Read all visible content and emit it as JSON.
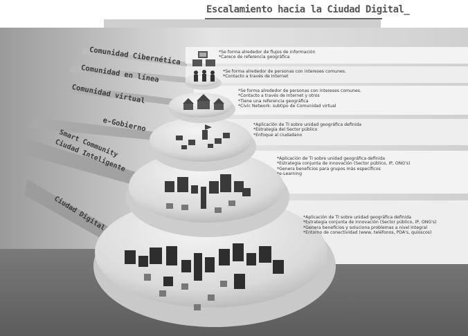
{
  "title": "Escalamiento hacia la Ciudad Digital_",
  "levels": [
    {
      "name": "Comunidad Cibernética",
      "icon": "monitors-icon",
      "lines": [
        "*Se forma alrededor de flujos de información",
        "*Carece de referencia geográfica"
      ]
    },
    {
      "name": "Comunidad en línea",
      "icon": "people-icon",
      "lines": [
        "*Se forma alrededor de personas con intereses comunes.",
        "*Contacto a través de Internet"
      ]
    },
    {
      "name": "Comunidad virtual",
      "icon": "houses-icon",
      "lines": [
        "*Se forma alrededor de personas con intereses comunes.",
        "*Contacto a través de Internet y otros",
        "*Tiene una referencia geográfica",
        "*Civic Network: subtipo de Comunidad virtual"
      ]
    },
    {
      "name": "e-Gobierno",
      "icon": "government-buildings-icon",
      "lines": [
        "*Aplicación de TI sobre unidad geográfica definida",
        "*Estrategia del Sector público",
        "*Enfoque al ciudadano"
      ]
    },
    {
      "name": "Smart Community",
      "name_alt": "Ciudad Inteligente",
      "icon": "smart-community-buildings-icon",
      "lines": [
        "*Aplicación de TI sobre unidad geográfica definida",
        "*Estrategia conjunta de innovación (Sector público, IP, ONG's)",
        "*Genera beneficios para grupos más específicos",
        "*e-Learning"
      ]
    },
    {
      "name": "Ciudad Digital",
      "icon": "digital-city-buildings-icon",
      "lines": [
        "*Aplicación de TI sobre unidad geográfica definida",
        "*Estrategia conjunta de innovación (Sector público, IP, ONG's)",
        "*Genera beneficios y soluciona problemas a nivel integral",
        "*Entorno de conectividad (www, teléfonos, PDA's, quioscos)"
      ]
    }
  ]
}
